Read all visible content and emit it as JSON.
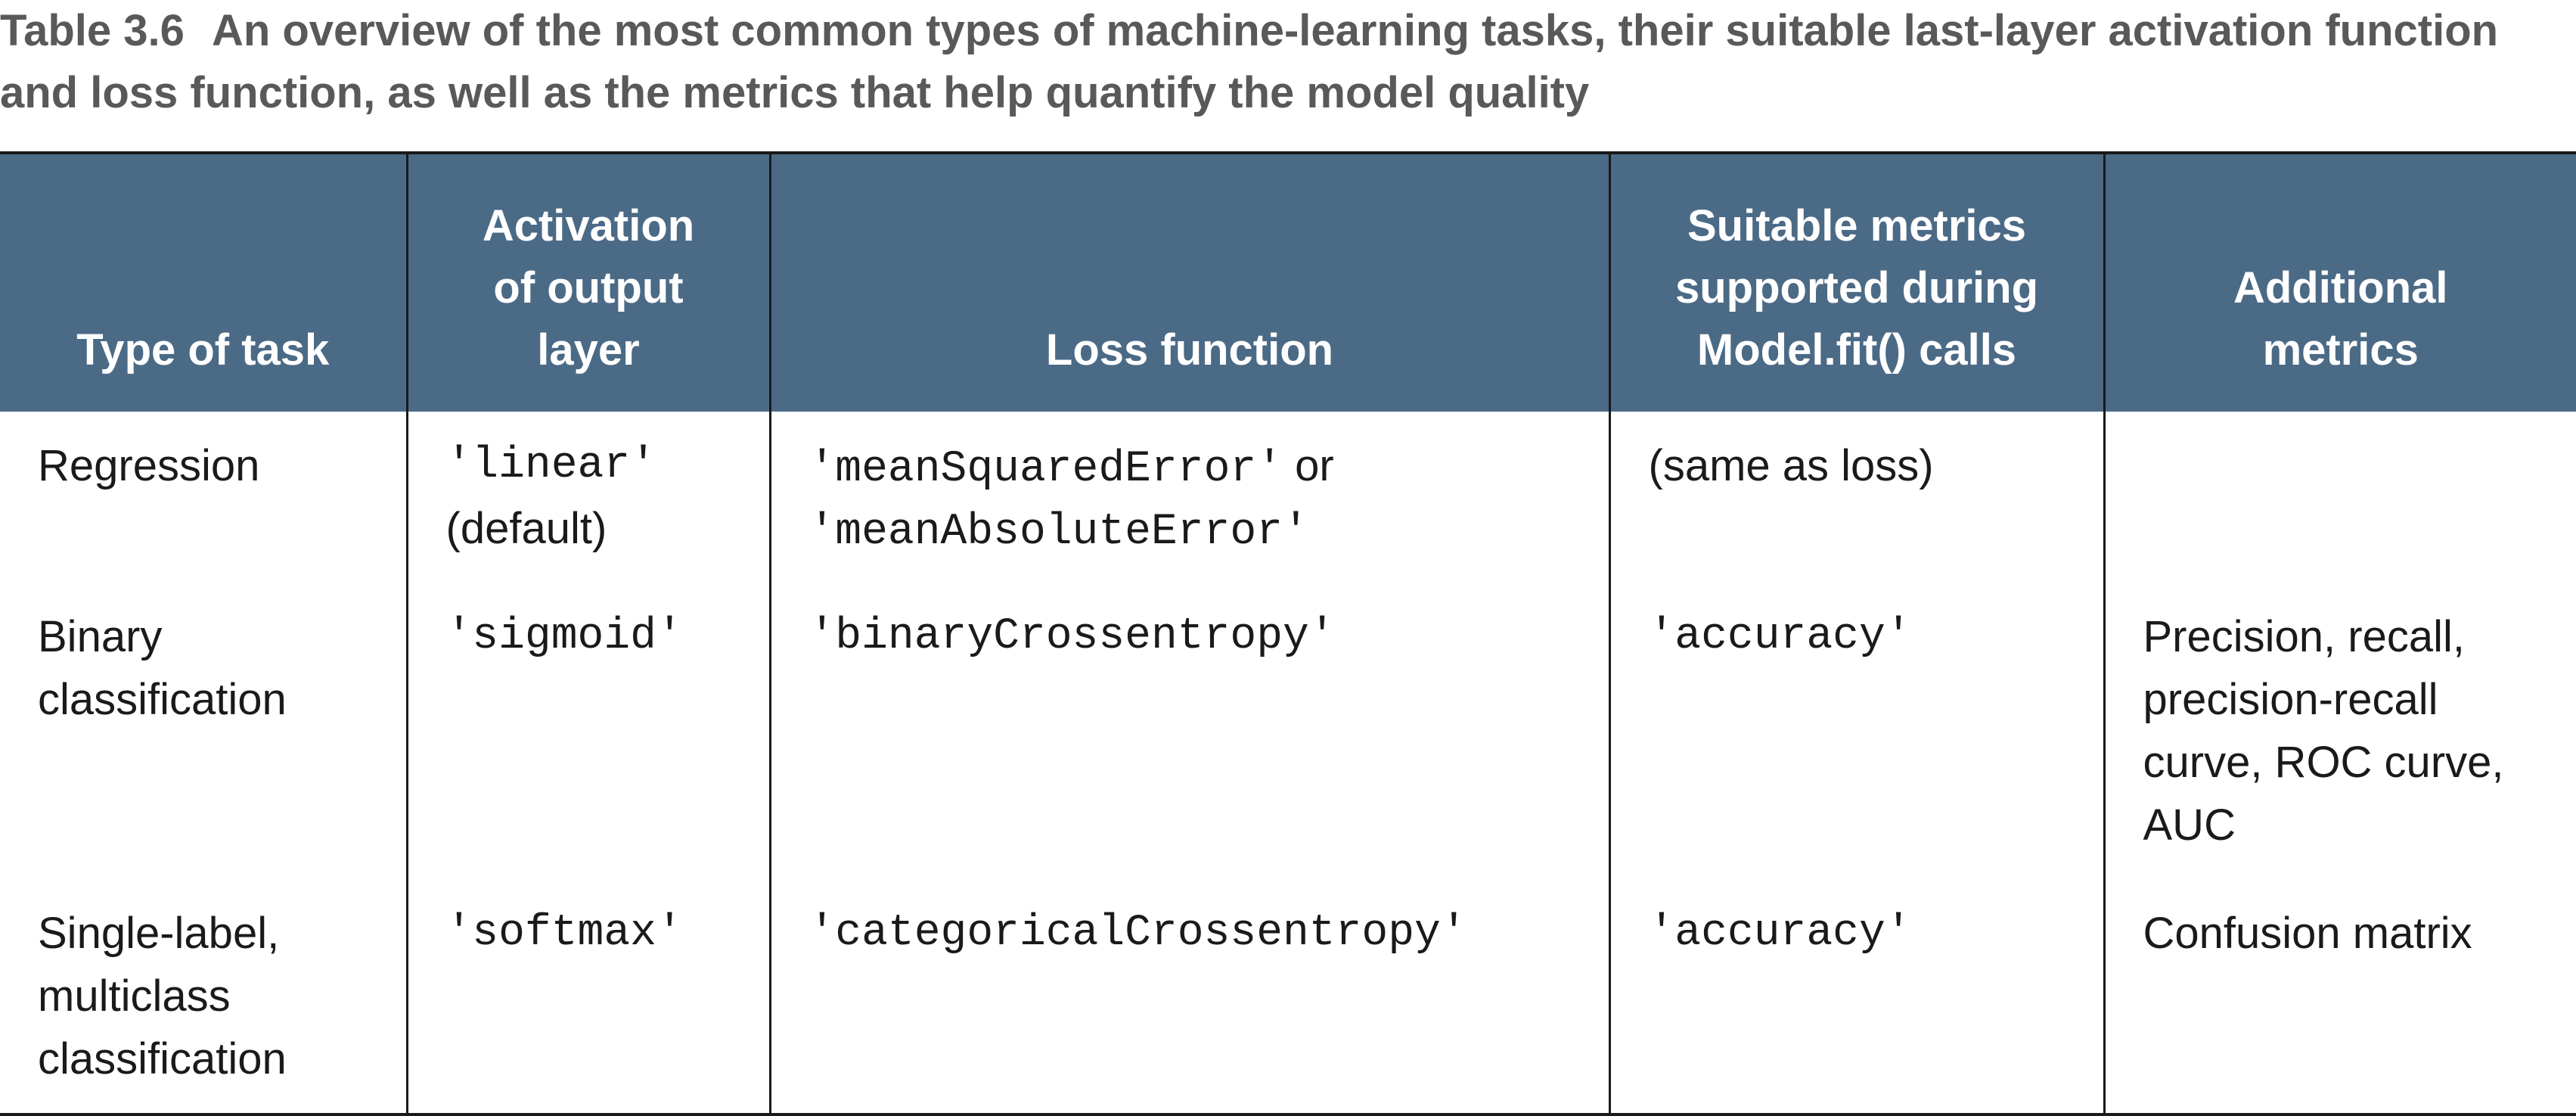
{
  "caption": {
    "label": "Table 3.6",
    "text": "An overview of the most common types of machine-learning tasks, their suitable last-layer activation function and loss function, as well as the metrics that help quantify the model quality"
  },
  "table": {
    "headers": [
      [
        "Type of task"
      ],
      [
        "Activation",
        "of output",
        "layer"
      ],
      [
        "Loss function"
      ],
      [
        "Suitable metrics",
        "supported during",
        "Model.fit() calls"
      ],
      [
        "Additional",
        "metrics"
      ]
    ],
    "rows": [
      {
        "task": [
          "Regression"
        ],
        "activation": "'linear'",
        "activation_note": "(default)",
        "loss": "'meanSquaredError'",
        "loss_joiner": " or",
        "loss_alt": "'meanAbsoluteError'",
        "metrics": "(same as loss)",
        "additional": []
      },
      {
        "task": [
          "Binary",
          "classification"
        ],
        "activation": "'sigmoid'",
        "loss": "'binaryCrossentropy'",
        "metrics": "'accuracy'",
        "additional": [
          "Precision, recall,",
          "precision-recall",
          "curve, ROC curve,",
          "AUC"
        ]
      },
      {
        "task": [
          "Single-label,",
          "multiclass",
          "classification"
        ],
        "activation": "'softmax'",
        "loss": "'categoricalCrossentropy'",
        "metrics": "'accuracy'",
        "additional": [
          "Confusion matrix"
        ]
      }
    ]
  },
  "colors": {
    "header_bg": "#4b6a86",
    "header_text": "#ffffff",
    "caption_text": "#595959",
    "rule": "#1a1a1a"
  }
}
